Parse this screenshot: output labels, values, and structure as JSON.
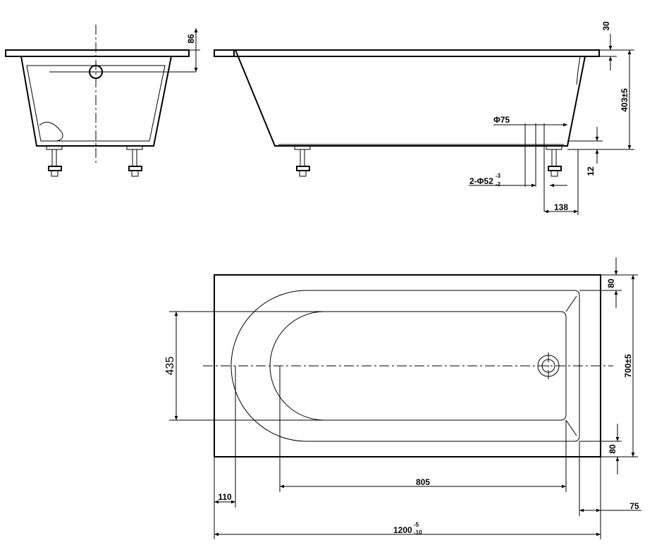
{
  "dimensions": {
    "side_rim_height": "86",
    "rim_thickness": "30",
    "depth": "403±5",
    "outlet_diameter": "Φ75",
    "leg_holes_prefix": "2-Φ52",
    "leg_holes_tol_upper": "-3",
    "leg_holes_tol_lower": "-2",
    "bottom_offset": "12",
    "outlet_offset": "138",
    "inner_width": "435",
    "overall_width": "700±5",
    "rim_top": "80",
    "rim_bottom": "80",
    "inner_length": "805",
    "head_offset": "110",
    "foot_offset": "75",
    "overall_length_base": "1200",
    "overall_length_tol_upper": "-5",
    "overall_length_tol_lower": "-10"
  },
  "colors": {
    "line": "#000000",
    "background": "#ffffff"
  }
}
